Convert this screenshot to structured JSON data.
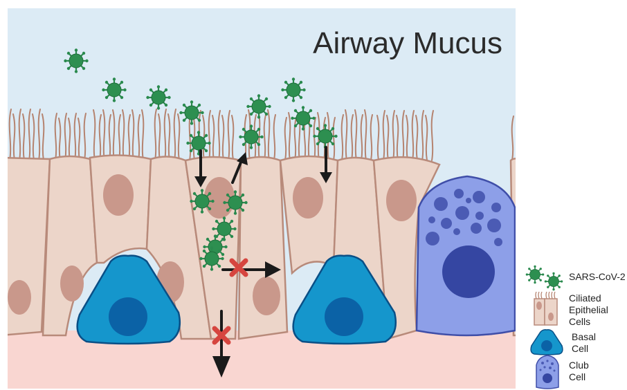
{
  "diagram": {
    "title": "Airway Mucus",
    "colors": {
      "mucus": "#dcebf5",
      "tissue_floor": "#f9d6d1",
      "epithelial_fill": "#ecd5c9",
      "epithelial_stroke": "#b88a7a",
      "nucleus": "#c9988b",
      "cilia": "#b5836f",
      "basal_fill": "#1596cc",
      "basal_stroke": "#0a4f86",
      "basal_nucleus": "#0b62a6",
      "club_fill": "#8d9fe8",
      "club_stroke": "#3f4ea8",
      "club_granule": "#4b5bb4",
      "club_nucleus": "#3546a2",
      "virus": "#2a8a4e",
      "arrow": "#1a1a1a",
      "blocked_x": "#d6453f"
    },
    "icons": [
      "virus-icon",
      "arrow-icon",
      "blocked-x-icon"
    ]
  },
  "legend": {
    "items": [
      {
        "label": "SARS-CoV-2",
        "icon": "virus-pair-icon"
      },
      {
        "label": "Ciliated Epithelial Cells",
        "icon": "ciliated-cells-icon",
        "lines": [
          "Ciliated",
          "Epithelial",
          "Cells"
        ]
      },
      {
        "label": "Basal Cell",
        "icon": "basal-cell-icon",
        "lines": [
          "Basal",
          "Cell"
        ]
      },
      {
        "label": "Club Cell",
        "icon": "club-cell-icon",
        "lines": [
          "Club",
          "Cell"
        ]
      }
    ]
  }
}
